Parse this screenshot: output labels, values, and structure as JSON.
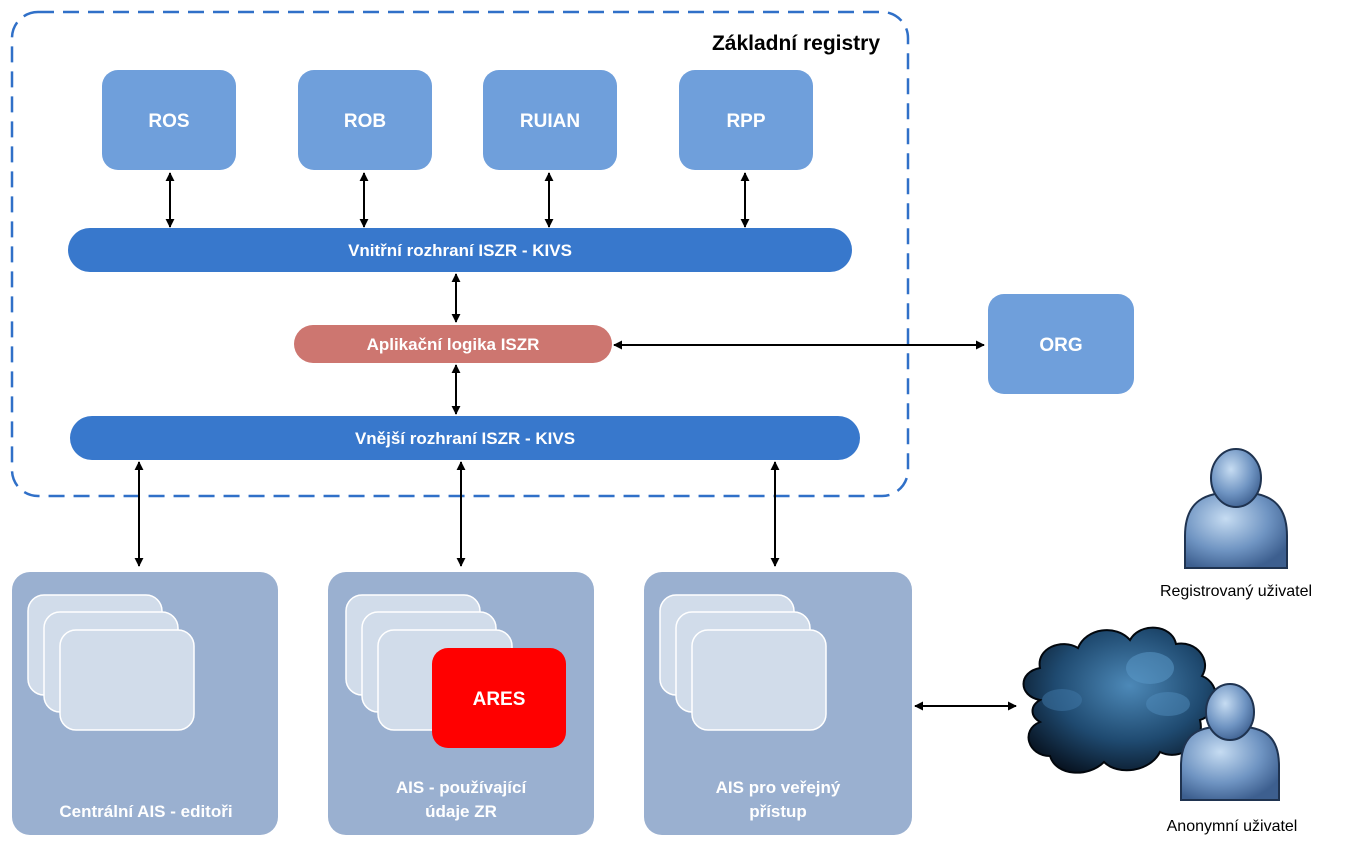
{
  "region": {
    "title": "Základní registry"
  },
  "registries": [
    "ROS",
    "ROB",
    "RUIAN",
    "RPP"
  ],
  "inner_interface": "Vnitřní rozhraní ISZR - KIVS",
  "app_logic": "Aplikační logika ISZR",
  "org": "ORG",
  "outer_interface": "Vnější rozhraní ISZR - KIVS",
  "systems": {
    "central": {
      "line1": "Centrální AIS - editoři"
    },
    "using": {
      "line1": "AIS - používající",
      "line2": "údaje ZR",
      "highlight": "ARES"
    },
    "public": {
      "line1": "AIS pro veřejný",
      "line2": "přístup"
    }
  },
  "users": {
    "registered": "Registrovaný uživatel",
    "anonymous": "Anonymní uživatel"
  },
  "colors": {
    "registry_box": "#6f9fdb",
    "interface_bar": "#3878cc",
    "app_logic": "#cd7670",
    "system_panel": "#9ab0d0",
    "stack_card": "#d1dcea",
    "ares": "#ff0000",
    "boundary": "#3070c8"
  }
}
